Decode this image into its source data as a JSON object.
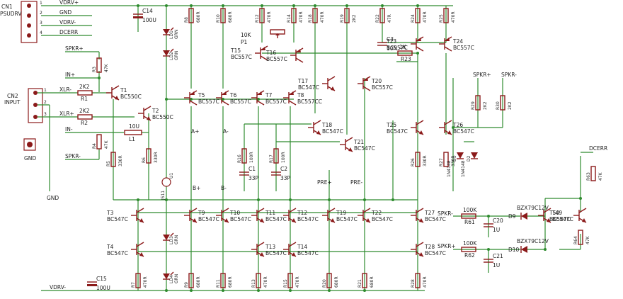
{
  "connectors": [
    {
      "ref": "CN1",
      "name": "PSUDRV",
      "pins": [
        "1",
        "2",
        "3",
        "4"
      ]
    },
    {
      "ref": "CN2",
      "name": "INPUT",
      "pins": [
        "1",
        "2",
        "3"
      ]
    }
  ],
  "nets": [
    "VDRV+",
    "GND",
    "VDRV-",
    "DCERR",
    "SPKR+",
    "IN+",
    "XLR-",
    "XLR+",
    "IN-",
    "SPKR-",
    "A+",
    "A-",
    "B+",
    "B-",
    "PRE+",
    "PRE-",
    "GND",
    "SPKR-",
    "SPKR+",
    "VDRV-",
    "DCERR",
    "SPKR+",
    "SPKR-"
  ],
  "transistors": [
    {
      "ref": "T1",
      "value": "BC550C"
    },
    {
      "ref": "T2",
      "value": "BC550C"
    },
    {
      "ref": "T3",
      "value": "BC547C"
    },
    {
      "ref": "T4",
      "value": "BC547C"
    },
    {
      "ref": "T5",
      "value": "BC557C"
    },
    {
      "ref": "T6",
      "value": "BC557C"
    },
    {
      "ref": "T7",
      "value": "BC557C"
    },
    {
      "ref": "T8",
      "value": "BC557CC"
    },
    {
      "ref": "T9",
      "value": "BC547C"
    },
    {
      "ref": "T10",
      "value": "BC547C"
    },
    {
      "ref": "T11",
      "value": "BC547C"
    },
    {
      "ref": "T12",
      "value": "BC547C"
    },
    {
      "ref": "T13",
      "value": "BC547C"
    },
    {
      "ref": "T14",
      "value": "BC547C"
    },
    {
      "ref": "T15",
      "value": "BC557C"
    },
    {
      "ref": "T16",
      "value": "BC557C"
    },
    {
      "ref": "T17",
      "value": "BC547C"
    },
    {
      "ref": "T18",
      "value": "BC547C"
    },
    {
      "ref": "T19",
      "value": "BC547C"
    },
    {
      "ref": "T20",
      "value": "BC557C"
    },
    {
      "ref": "T21",
      "value": "BC547C"
    },
    {
      "ref": "T22",
      "value": "BC547C"
    },
    {
      "ref": "T23",
      "value": "BC557C"
    },
    {
      "ref": "T24",
      "value": "BC557C"
    },
    {
      "ref": "T25",
      "value": "BC547C"
    },
    {
      "ref": "T26",
      "value": "BC547C"
    },
    {
      "ref": "T27",
      "value": "BC547C"
    },
    {
      "ref": "T28",
      "value": "BC547C"
    },
    {
      "ref": "T49",
      "value": "BC547C"
    },
    {
      "ref": "T50",
      "value": "BC547C"
    }
  ],
  "resistors": [
    {
      "ref": "R1",
      "value": "2K2"
    },
    {
      "ref": "R2",
      "value": "2K2"
    },
    {
      "ref": "R3",
      "value": "47K"
    },
    {
      "ref": "R4",
      "value": "47K"
    },
    {
      "ref": "R5",
      "value": "330R"
    },
    {
      "ref": "R6",
      "value": "330R"
    },
    {
      "ref": "R7",
      "value": "470R"
    },
    {
      "ref": "R8",
      "value": "680R"
    },
    {
      "ref": "R9",
      "value": "680R"
    },
    {
      "ref": "R10",
      "value": "680R"
    },
    {
      "ref": "R11",
      "value": "680R"
    },
    {
      "ref": "R12",
      "value": "470R"
    },
    {
      "ref": "R13",
      "value": "470R"
    },
    {
      "ref": "R14",
      "value": "470R"
    },
    {
      "ref": "R15",
      "value": "470R"
    },
    {
      "ref": "R16",
      "value": "100R"
    },
    {
      "ref": "R17",
      "value": "100R"
    },
    {
      "ref": "R18",
      "value": "470R"
    },
    {
      "ref": "R19",
      "value": "2K2"
    },
    {
      "ref": "R20",
      "value": "680R"
    },
    {
      "ref": "R21",
      "value": "680R"
    },
    {
      "ref": "R22",
      "value": "47R"
    },
    {
      "ref": "R23",
      "value": "1K"
    },
    {
      "ref": "R24",
      "value": "470R"
    },
    {
      "ref": "R25",
      "value": "470R"
    },
    {
      "ref": "R26",
      "value": "330R"
    },
    {
      "ref": "R27",
      "value": "330R"
    },
    {
      "ref": "R28",
      "value": "470R"
    },
    {
      "ref": "R29",
      "value": "2K2"
    },
    {
      "ref": "R30",
      "value": "2K2"
    },
    {
      "ref": "R61",
      "value": "100K"
    },
    {
      "ref": "R62",
      "value": "100K"
    },
    {
      "ref": "R63",
      "value": "47K"
    },
    {
      "ref": "R64",
      "value": "47K"
    }
  ],
  "capacitors": [
    {
      "ref": "C1",
      "value": "33P"
    },
    {
      "ref": "C2",
      "value": "33P"
    },
    {
      "ref": "C3",
      "value": "10N"
    },
    {
      "ref": "C14",
      "value": "100U"
    },
    {
      "ref": "C15",
      "value": "100U"
    },
    {
      "ref": "C20",
      "value": "1U"
    },
    {
      "ref": "C21",
      "value": "1U"
    }
  ],
  "diodes": [
    {
      "ref": "D1",
      "value": "1N4148"
    },
    {
      "ref": "D2",
      "value": "1N4148"
    },
    {
      "ref": "D9",
      "value": "BZX79C12V"
    },
    {
      "ref": "D10",
      "value": "BZX79C12V"
    }
  ],
  "leds": [
    {
      "ref": "LD1",
      "value": "GRN"
    },
    {
      "ref": "LD2",
      "value": "GRN"
    },
    {
      "ref": "LD3",
      "value": "GRN"
    },
    {
      "ref": "LD4",
      "value": "GRN"
    }
  ],
  "other": [
    {
      "ref": "L1",
      "value": "10U"
    },
    {
      "ref": "P1",
      "value": "10K"
    },
    {
      "ref": "U1",
      "value": "J511"
    }
  ],
  "gnd_label": "GND"
}
